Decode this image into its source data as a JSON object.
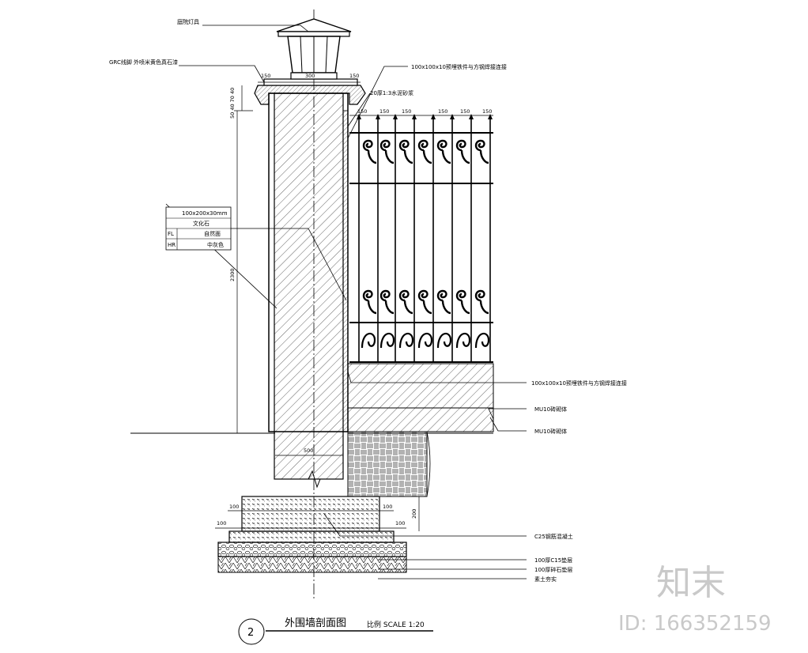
{
  "labels": {
    "lamp": "庭院灯具",
    "cap": "GRC线脚 外喷米黄色真石漆",
    "steel_top": "100x100x10预埋铁件与方钢焊接连接",
    "mortar": "20厚1:3水泥砂浆",
    "steel_bottom": "100x100x10预埋铁件与方钢焊接连接",
    "brick1": "MU10砖砌体",
    "brick2": "MU10砖砌体",
    "concrete": "C25钢筋混凝土",
    "cushion": "100厚C15垫层",
    "gravel": "100厚碎石垫层",
    "soil": "素土夯实"
  },
  "spec_table": {
    "size": "100x200x30mm",
    "name": "文化石",
    "row1_key": "FL",
    "row1_val": "自然面",
    "row2_key": "HR",
    "row2_val": "中灰色"
  },
  "dimensions": {
    "cap_left": "150",
    "cap_mid": "300",
    "cap_right": "150",
    "fence": [
      "150",
      "150",
      "150",
      "150",
      "150",
      "150"
    ],
    "vertical_stack": "50 40 70 40",
    "height": "2300",
    "width": "500",
    "footing_left": "100",
    "footing_right": "100",
    "footing_h": "200",
    "cushion_left": "100",
    "cushion_right": "100"
  },
  "title": {
    "number": "2",
    "name": "外围墙剖面图",
    "scale": "比例 SCALE 1:20"
  },
  "watermark": {
    "logo": "知末",
    "id": "ID: 166352159"
  }
}
